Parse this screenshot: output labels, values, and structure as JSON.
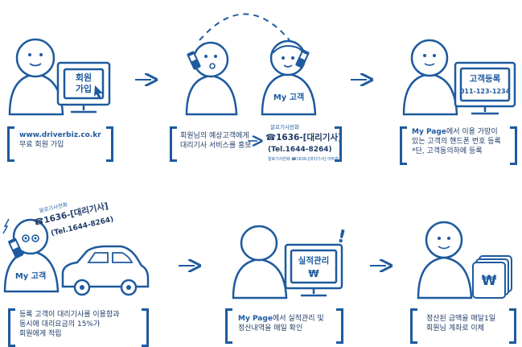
{
  "steps": [
    {
      "screen_line1": "회원",
      "screen_line2": "가입",
      "caption_line1": "www.driverbiz.co.kr",
      "caption_line2": "무료 회원 가입"
    },
    {
      "customer_label": "My 고객",
      "card_small_top": "알로기사전화",
      "card_line1": "☎1636-[대리기사]",
      "card_line2": "(Tel.1644-8264)",
      "card_small_bottom": "알로기사전화 ☎1636-[대리기사] 아무개",
      "caption_line1": "회원님의 예상고객에게",
      "caption_line2": "대리기사 서비스를 홍보"
    },
    {
      "screen_title": "고객등록",
      "screen_number": "011-123-1234",
      "caption_line1_bold": "My Page",
      "caption_line1_rest": "에서 이용 가망이",
      "caption_line2": "있는 고객의 핸드폰 번호 등록",
      "caption_line3": "*단, 고객동의하에 등록"
    },
    {
      "customer_label": "My 고객",
      "tilted_small": "알로기사전화",
      "tilted_line1": "☎1636-[대리기사]",
      "tilted_line2": "(Tel.1644-8264)",
      "caption_line1": "등록 고객이 대리기사를 이용함과",
      "caption_line2": "동시에 대리요금의 15%가",
      "caption_line3": "회원에게 적립"
    },
    {
      "screen_title": "실적관리",
      "screen_symbol": "₩",
      "exclamation": "!",
      "caption_line1_bold": "My Page",
      "caption_line1_rest": "에서 실적관리 및",
      "caption_line2": "정산내역을 매일 확인"
    },
    {
      "money_symbol": "₩",
      "caption_line1": "정산된 금액을 매달1일",
      "caption_line2": "회원님 계좌로 이체"
    }
  ],
  "colors": {
    "outline": "#1e5a9e",
    "text": "#1f3b66",
    "screen_bg": "#ffffff"
  }
}
